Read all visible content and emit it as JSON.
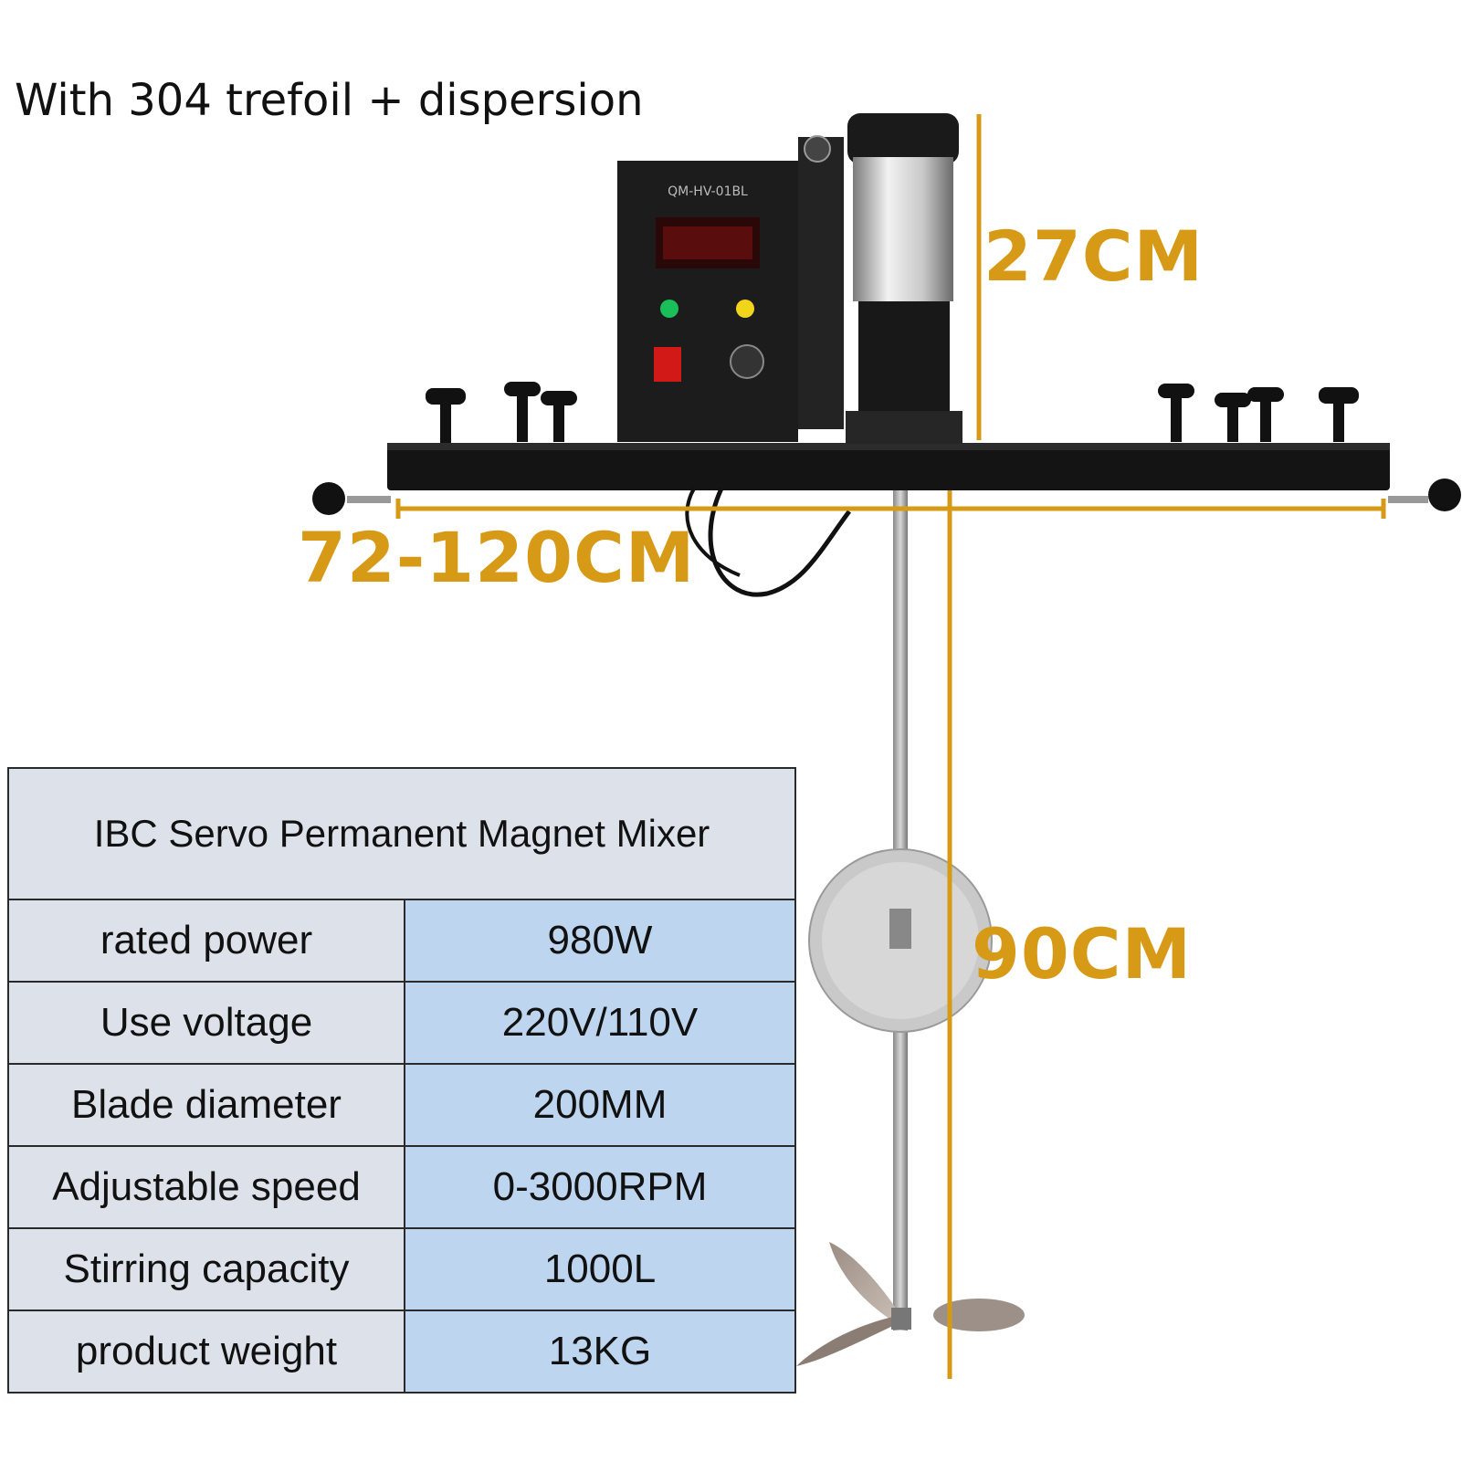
{
  "headline": "With 304 trefoil + dispersion",
  "controller_model": "QM-HV-01BL",
  "dimensions": {
    "height": "27CM",
    "width": "72-120CM",
    "shaft_length": "90CM"
  },
  "colors": {
    "dimension_accent": "#d79a17",
    "table_label_bg": "#dde2ea",
    "table_value_bg": "#bdd5ee"
  },
  "spec_table": {
    "title": "IBC Servo Permanent Magnet Mixer",
    "rows": [
      {
        "label": "rated power",
        "value": "980W"
      },
      {
        "label": "Use voltage",
        "value": "220V/110V"
      },
      {
        "label": "Blade diameter",
        "value": "200MM"
      },
      {
        "label": "Adjustable speed",
        "value": "0-3000RPM"
      },
      {
        "label": "Stirring capacity",
        "value": "1000L"
      },
      {
        "label": "product weight",
        "value": "13KG"
      }
    ]
  }
}
